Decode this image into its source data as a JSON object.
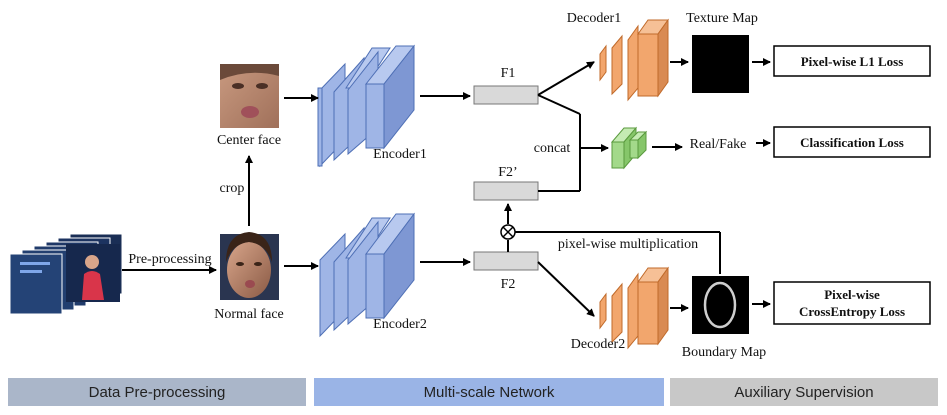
{
  "images": {
    "center_face": "center-face-photo",
    "normal_face": "normal-face-photo",
    "video_frames": "video-frame-stack"
  },
  "labels": {
    "center_face": "Center face",
    "normal_face": "Normal face",
    "crop": "crop",
    "pre_processing": "Pre-processing",
    "encoder1": "Encoder1",
    "encoder2": "Encoder2",
    "f1": "F1",
    "f2": "F2",
    "f2_prime": "F2’",
    "concat": "concat",
    "pixel_mult": "pixel-wise multiplication",
    "decoder1": "Decoder1",
    "decoder2": "Decoder2",
    "texture_map": "Texture Map",
    "boundary_map": "Boundary Map",
    "real_fake": "Real/Fake"
  },
  "losses": {
    "l1": "Pixel-wise L1 Loss",
    "classification": "Classification Loss",
    "ce_line1": "Pixel-wise",
    "ce_line2": "CrossEntropy Loss"
  },
  "phases": {
    "data": "Data Pre-processing",
    "network": "Multi-scale Network",
    "supervision": "Auxiliary Supervision"
  },
  "colors": {
    "encoder": "#9fb5e6",
    "decoder": "#f2a66d",
    "classifier": "#a3d98a",
    "feature": "#d9d9d9",
    "phase_data": "#aab6c9",
    "phase_network": "#9ab4e6",
    "phase_supervision": "#c8c8c8"
  }
}
